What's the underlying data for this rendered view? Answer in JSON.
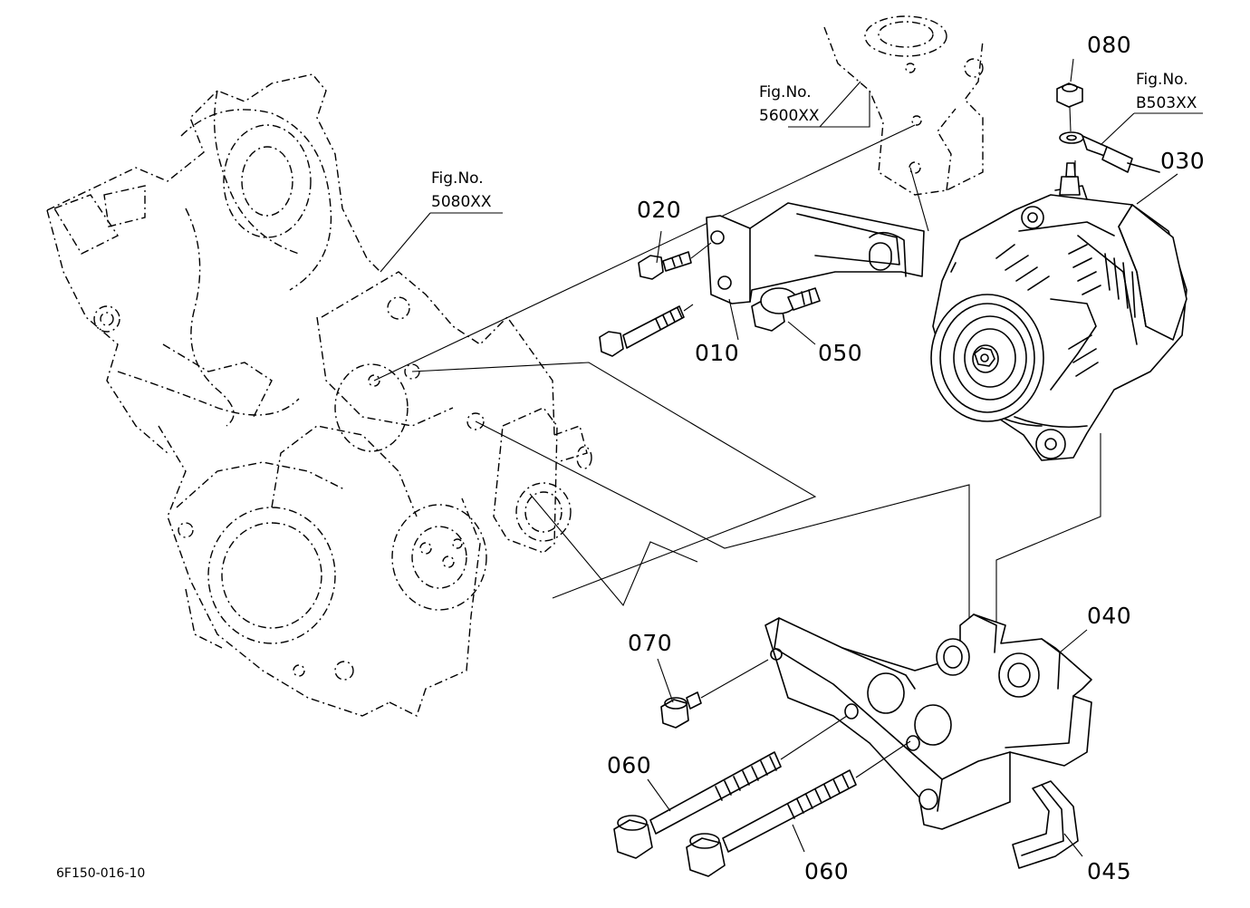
{
  "diagram": {
    "part_labels": {
      "p010": "010",
      "p020": "020",
      "p030": "030",
      "p040": "040",
      "p045": "045",
      "p050": "050",
      "p060a": "060",
      "p060b": "060",
      "p070": "070",
      "p080": "080"
    },
    "fig_refs": {
      "gear_case": {
        "line1": "Fig.No.",
        "line2": "5080XX"
      },
      "water_flange": {
        "line1": "Fig.No.",
        "line2": "5600XX"
      },
      "wiring": {
        "line1": "Fig.No.",
        "line2": "B503XX"
      }
    },
    "drawing_code": "6F150-016-10"
  }
}
